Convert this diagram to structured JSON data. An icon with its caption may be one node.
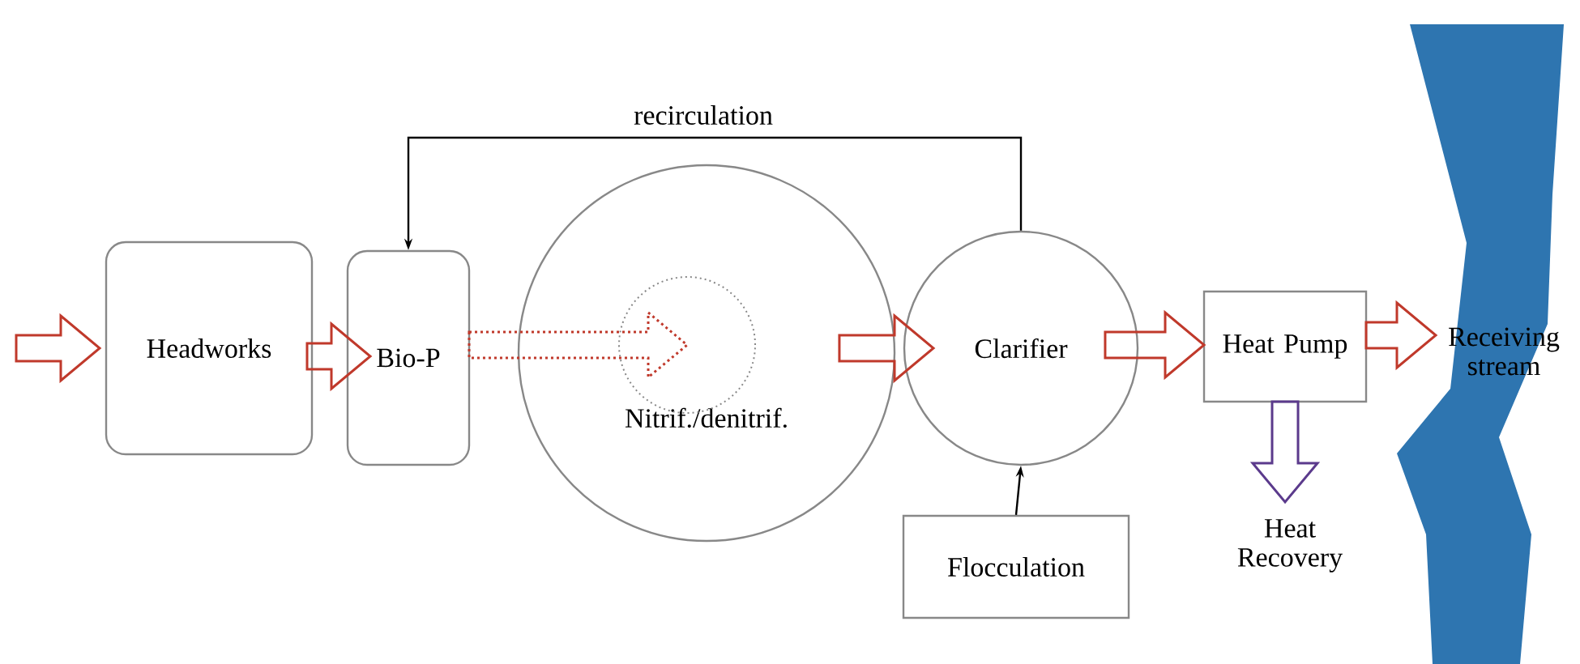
{
  "diagram": {
    "nodes": [
      {
        "text": [
          "Headworks"
        ]
      },
      {
        "text": [
          "Bio-P"
        ]
      },
      {
        "text": [
          "Nitrif./denitrif."
        ]
      },
      {
        "text": [],
        "shape": "circle",
        "in": 2
      },
      {
        "text": [
          "Clarifier"
        ]
      },
      {
        "text": [
          "Heat Pump"
        ]
      },
      {
        "text": [
          "Receiving stream"
        ]
      },
      {
        "text": [
          "Flocculation"
        ]
      },
      {
        "text": [
          "Heat Recovery"
        ]
      }
    ],
    "edges": [
      {
        "from": null,
        "to": 0,
        "arrow": "to"
      },
      {
        "from": 0,
        "to": 1,
        "arrow": "to"
      },
      {
        "from": 1,
        "to": 3,
        "arrow": "to",
        "style": "dashed"
      },
      {
        "from": 2,
        "to": 4,
        "arrow": "to"
      },
      {
        "from": 4,
        "to": 5,
        "arrow": "to"
      },
      {
        "from": 5,
        "to": 6,
        "arrow": "to"
      },
      {
        "from": 4,
        "to": 1,
        "arrow": "to",
        "label": "recirculation",
        "color": "#000000"
      },
      {
        "from": 7,
        "to": 4,
        "arrow": "to",
        "color": "#000000"
      },
      {
        "from": 5,
        "to": 8,
        "arrow": "to",
        "color": "#5b3a8c"
      }
    ]
  }
}
